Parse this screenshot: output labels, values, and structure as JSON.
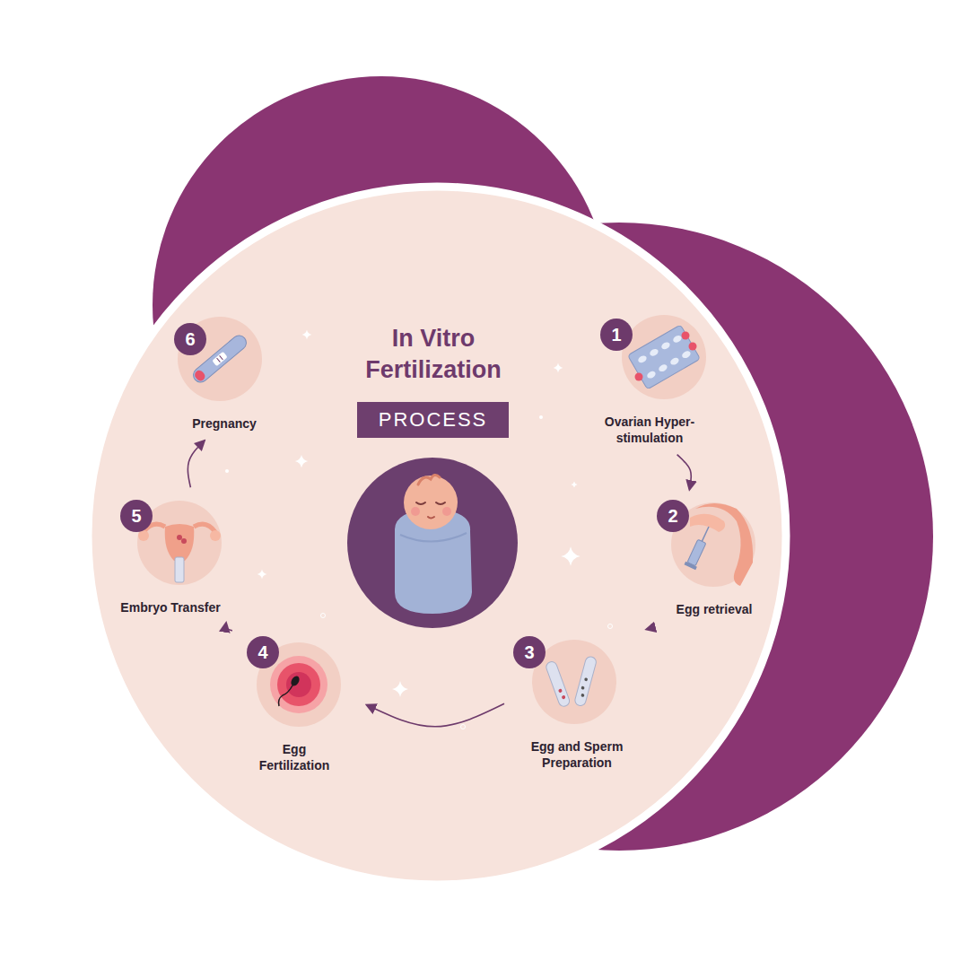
{
  "diagram": {
    "title": "In Vitro Fertilization",
    "nodes": [
      {
        "text": [
          "PROCESS"
        ]
      },
      {
        "text": [
          "1",
          "Ovarian Hyper- stimulation"
        ]
      },
      {
        "text": [
          "2",
          "Egg retrieval"
        ]
      },
      {
        "text": [
          "3",
          "Egg and Sperm Preparation"
        ]
      },
      {
        "text": [
          "4",
          "Egg Fertilization"
        ]
      },
      {
        "text": [
          "5",
          "Embryo Transfer"
        ]
      },
      {
        "text": [
          "6",
          "Pregnancy"
        ]
      }
    ],
    "edges": [
      {
        "from": 1,
        "to": 2,
        "arrow": "to"
      },
      {
        "from": 2,
        "to": 3,
        "arrow": "to"
      },
      {
        "from": 3,
        "to": 4,
        "arrow": "to"
      },
      {
        "from": 4,
        "to": 5,
        "arrow": "to"
      },
      {
        "from": 5,
        "to": 6,
        "arrow": "to"
      }
    ]
  }
}
